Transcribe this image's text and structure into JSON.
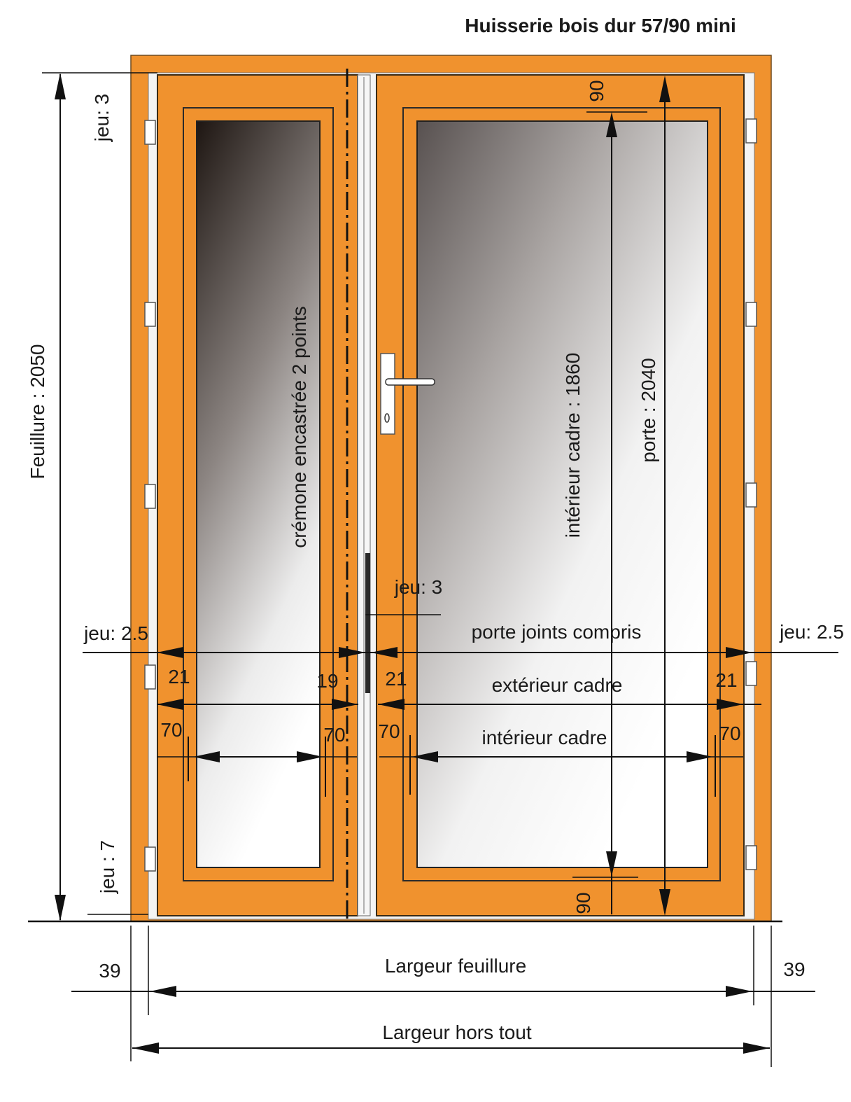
{
  "title": "Huisserie bois dur 57/90 mini",
  "labels": {
    "feuillure_height": "Feuillure : 2050",
    "jeu_top": "jeu: 3",
    "jeu_bottom": "jeu : 7",
    "cremone": "crémone encastrée  2 points",
    "interieur_cadre_height": "intérieur cadre  : 1860",
    "porte_height": "porte : 2040",
    "top_90": "90",
    "bottom_90": "90",
    "jeu_center": "jeu: 3",
    "jeu_left": "jeu: 2.5",
    "jeu_right": "jeu: 2.5",
    "porte_joints": "porte joints compris",
    "exterieur_cadre": "extérieur cadre",
    "interieur_cadre_width": "intérieur cadre",
    "n21_a": "21",
    "n19": "19",
    "n21_b": "21",
    "n21_c": "21",
    "n70_a": "70",
    "n70_b": "70",
    "n70_c": "70",
    "n70_d": "70",
    "n39_left": "39",
    "n39_right": "39",
    "largeur_feuillure": "Largeur feuillure",
    "largeur_hors_tout": "Largeur hors tout"
  },
  "colors": {
    "wood": "#F0922E",
    "wood_dark": "#C8731D",
    "gap": "#F4F4F4",
    "glass_dark": "#1E1612",
    "glass_light": "#FFFFFF"
  }
}
